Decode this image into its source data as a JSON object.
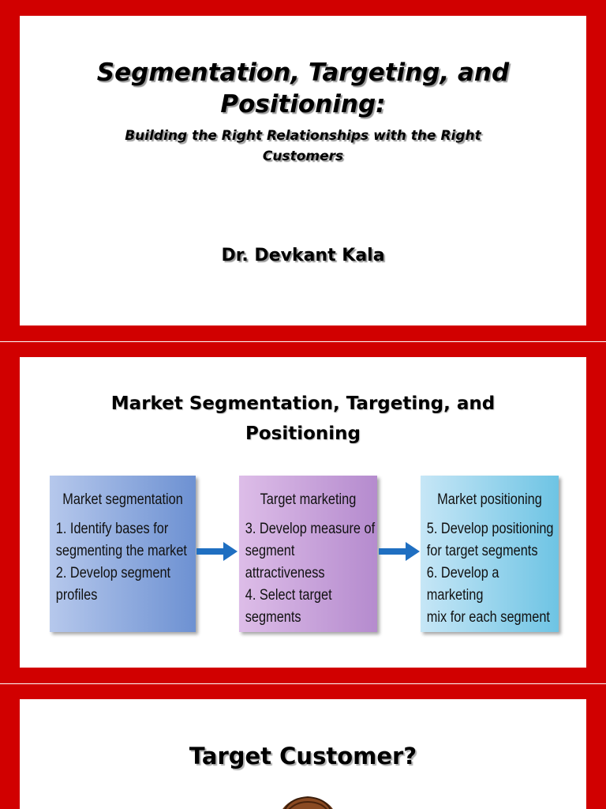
{
  "slide1": {
    "title": "Segmentation, Targeting, and Positioning:",
    "subtitle": "Building the Right Relationships with the Right Customers",
    "author": "Dr. Devkant Kala"
  },
  "slide2": {
    "title": "Market Segmentation, Targeting, and Positioning",
    "steps": [
      {
        "heading": "Market segmentation",
        "body": "1. Identify bases for\nsegmenting the market\n2. Develop segment\nprofiles",
        "color": "#6d91d2"
      },
      {
        "heading": "Target marketing",
        "body": "3. Develop measure of\nsegment attractiveness\n4. Select target\nsegments",
        "color": "#b58bce"
      },
      {
        "heading": "Market positioning",
        "body": "5. Develop positioning\nfor target segments\n6. Develop a marketing\nmix for each segment",
        "color": "#6ec4e4"
      }
    ],
    "arrow_color": "#1f6fc1"
  },
  "slide3": {
    "title": "Target Customer?",
    "image": "person-head-icon"
  },
  "colors": {
    "frame": "#d10000",
    "background": "#ffffff"
  }
}
